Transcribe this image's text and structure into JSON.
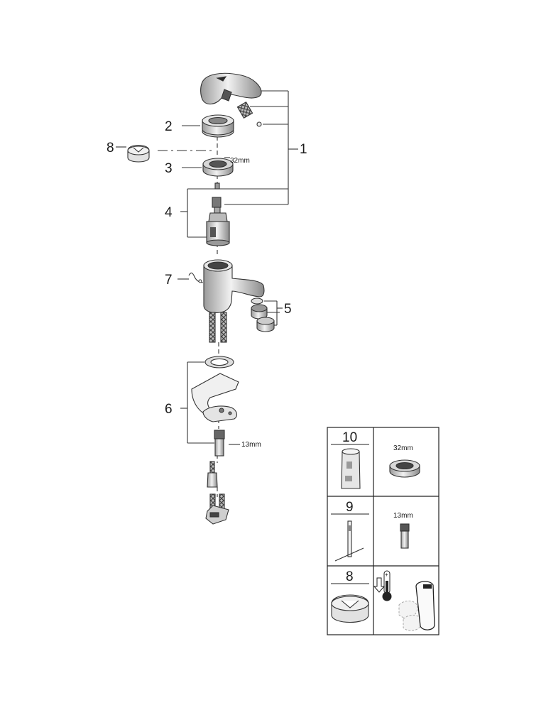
{
  "callouts": {
    "c1": "1",
    "c2": "2",
    "c3": "3",
    "c4": "4",
    "c5": "5",
    "c6": "6",
    "c7": "7",
    "c8": "8"
  },
  "dimensions": {
    "nut_size": "32mm",
    "hex_size": "13mm"
  },
  "tools_table": {
    "rows": [
      {
        "number": "10",
        "spec": "32mm"
      },
      {
        "number": "9",
        "spec": "13mm"
      },
      {
        "number": "8",
        "spec": ""
      }
    ]
  },
  "colors": {
    "line": "#333333",
    "part_fill": "#d9d9d9",
    "dark_fill": "#222222"
  }
}
